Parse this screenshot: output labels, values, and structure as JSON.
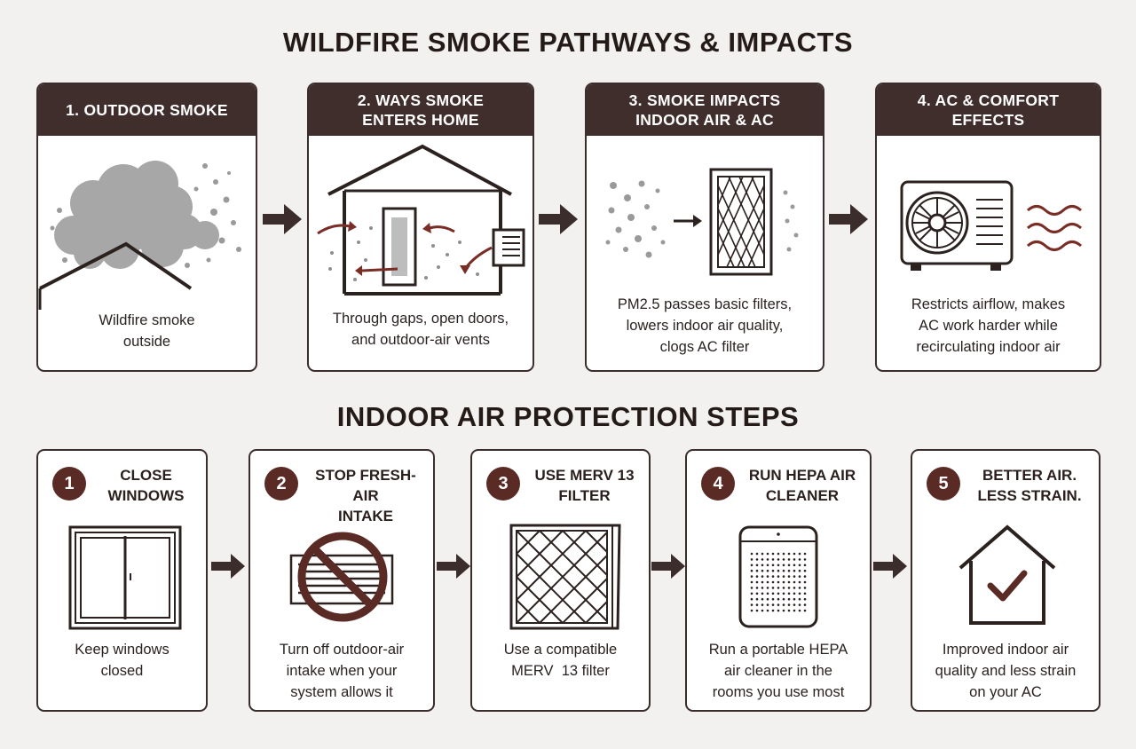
{
  "titles": {
    "top": "WILDFIRE SMOKE PATHWAYS & IMPACTS",
    "bottom": "INDOOR AIR PROTECTION STEPS"
  },
  "pathways": [
    {
      "heading": "1. OUTDOOR SMOKE",
      "desc_lines": [
        "Wildfire smoke",
        "outside"
      ],
      "icon": "smoke-cloud-over-roof-icon"
    },
    {
      "heading_lines": [
        "2. WAYS SMOKE",
        "ENTERS HOME"
      ],
      "desc_lines": [
        "Through gaps, open doors,",
        "and outdoor-air vents"
      ],
      "icon": "house-leaks-icon"
    },
    {
      "heading_lines": [
        "3. SMOKE IMPACTS",
        "INDOOR AIR & AC"
      ],
      "desc_lines": [
        "PM2.5 passes basic filters,",
        "lowers indoor air quality,",
        "clogs AC filter"
      ],
      "icon": "particles-to-filter-icon"
    },
    {
      "heading_lines": [
        "4. AC & COMFORT",
        "EFFECTS"
      ],
      "desc_lines": [
        "Restricts airflow, makes",
        "AC work harder while",
        "recirculating indoor air"
      ],
      "icon": "ac-unit-airflow-icon"
    }
  ],
  "steps": [
    {
      "number": "1",
      "heading_lines": [
        "CLOSE",
        "WINDOWS"
      ],
      "desc_lines": [
        "Keep windows",
        "closed"
      ],
      "icon": "window-icon"
    },
    {
      "number": "2",
      "heading_lines": [
        "STOP FRESH-AIR",
        "INTAKE"
      ],
      "desc_lines": [
        "Turn off outdoor-air",
        "intake when your",
        "system allows it"
      ],
      "icon": "no-vent-icon"
    },
    {
      "number": "3",
      "heading_lines": [
        "USE MERV 13",
        "FILTER"
      ],
      "desc_lines": [
        "Use a compatible",
        "MERV  13 filter"
      ],
      "icon": "merv-filter-icon"
    },
    {
      "number": "4",
      "heading_lines": [
        "RUN HEPA AIR",
        "CLEANER"
      ],
      "desc_lines": [
        "Run a portable HEPA",
        "air cleaner in the",
        "rooms you use most"
      ],
      "icon": "hepa-air-cleaner-icon"
    },
    {
      "number": "5",
      "heading_lines": [
        "BETTER AIR.",
        "LESS STRAIN."
      ],
      "desc_lines": [
        "Improved indoor air",
        "quality and less strain",
        "on your AC"
      ],
      "icon": "house-check-icon"
    }
  ],
  "colors": {
    "header_bg": "#3f2e2c",
    "accent_arrow": "#7a2d25",
    "badge": "#5a2b24",
    "smoke": "#9d9d9d",
    "background": "#f2f1ef"
  }
}
